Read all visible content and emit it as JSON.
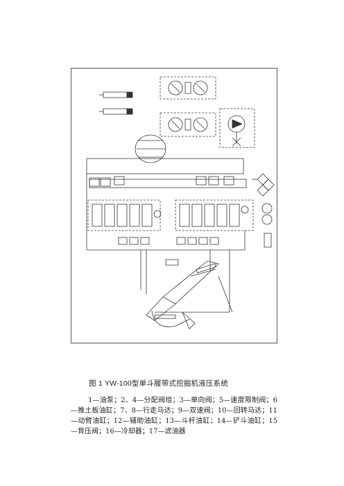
{
  "figure": {
    "caption_number": "图 1 YW-100",
    "caption_text": "型单斗履带式挖掘机液压系统",
    "schematic_icon": "hydraulic-schematic-drawing"
  },
  "legend": {
    "text": "1—油泵；2、4—分配阀组；3—单向阀；5—速度限制阀；6—推土板油缸；7、8—行走马达；9—双速阀；10—回转马达；11—动臂油缸；12—辅助油缸；13—斗杆油缸；14—铲斗油缸；15—背压阀；16—冷却器；17—滤油器"
  },
  "colors": {
    "line": "#333333",
    "frame": "#555555"
  }
}
